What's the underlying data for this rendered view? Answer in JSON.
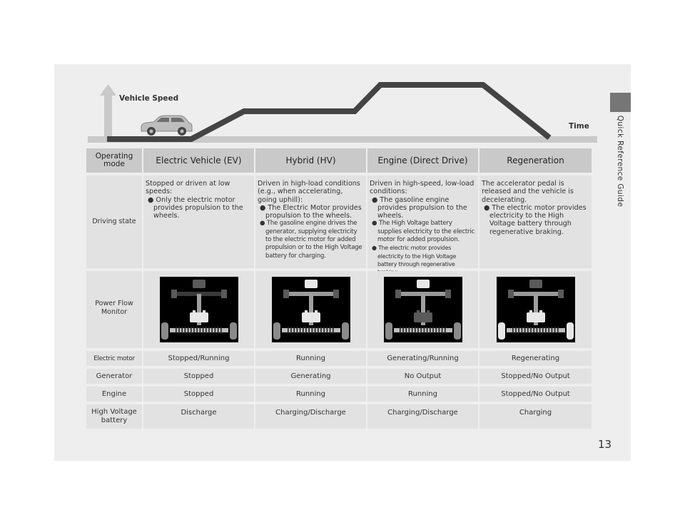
{
  "sidebar": {
    "label": "Quick Reference Guide"
  },
  "page_number": "13",
  "diagram": {
    "y_label": "Vehicle Speed",
    "x_label": "Time"
  },
  "table": {
    "header": {
      "row_label": "Operating mode",
      "modes": [
        "Electric Vehicle (EV)",
        "Hybrid (HV)",
        "Engine (Direct Drive)",
        "Regeneration"
      ]
    },
    "driving_state": {
      "label": "Driving state",
      "ev": {
        "intro": "Stopped or driven at low speeds:",
        "bullets": [
          "Only the electric motor provides propulsion to the wheels."
        ]
      },
      "hv": {
        "intro": "Driven in high-load conditions (e.g., when accelerating, going uphill):",
        "bullets": [
          "The Electric Motor provides propulsion to the wheels.",
          "The gasoline engine drives the generator, supplying electricity to the electric motor for added propulsion or to the High Voltage battery for charging."
        ]
      },
      "engine": {
        "intro": "Driven in high-speed, low-load conditions:",
        "bullets": [
          "The gasoline engine provides propulsion to the wheels.",
          "The High Voltage battery supplies electricity to the electric motor for added propulsion.",
          "The electric motor provides electricity to the High Voltage battery through regenerative braking."
        ]
      },
      "regen": {
        "intro": "The accelerator pedal is released and the vehicle is decelerating.",
        "bullets": [
          "The electric motor provides electricity to the High Voltage battery through regenerative braking."
        ]
      }
    },
    "power_flow": {
      "label_1": "Power Flow",
      "label_2": "Monitor"
    },
    "rows": {
      "electric_motor": {
        "label": "Electric motor",
        "values": [
          "Stopped/Running",
          "Running",
          "Generating/Running",
          "Regenerating"
        ]
      },
      "generator": {
        "label": "Generator",
        "values": [
          "Stopped",
          "Generating",
          "No Output",
          "Stopped/No Output"
        ]
      },
      "engine": {
        "label": "Engine",
        "values": [
          "Stopped",
          "Running",
          "Running",
          "Stopped/No Output"
        ]
      },
      "hv_battery": {
        "label": "High Voltage battery",
        "values": [
          "Discharge",
          "Charging/Discharge",
          "Charging/Discharge",
          "Charging"
        ]
      }
    }
  }
}
